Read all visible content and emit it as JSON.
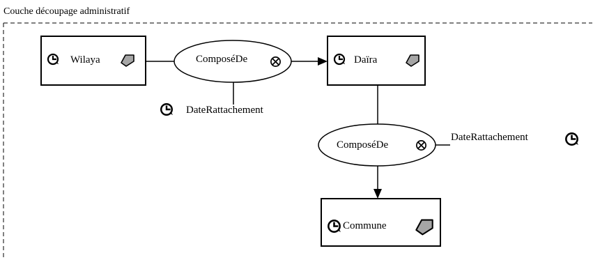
{
  "layer": {
    "title": "Couche découpage administratif"
  },
  "entities": {
    "wilaya": {
      "label": "Wilaya"
    },
    "daira": {
      "label": "Daïra"
    },
    "commune": {
      "label": "Commune"
    }
  },
  "relations": {
    "wilaya_daira": {
      "label": "ComposéDe",
      "attribute": "DateRattachement"
    },
    "daira_commune": {
      "label": "ComposéDe",
      "attribute": "DateRattachement"
    }
  },
  "icons": {
    "temporal": "clock-icon",
    "spatial": "polygon-icon",
    "relation": "circle-cross-icon"
  },
  "colors": {
    "polygon_fill": "#a6a6a6",
    "stroke": "#000000"
  }
}
